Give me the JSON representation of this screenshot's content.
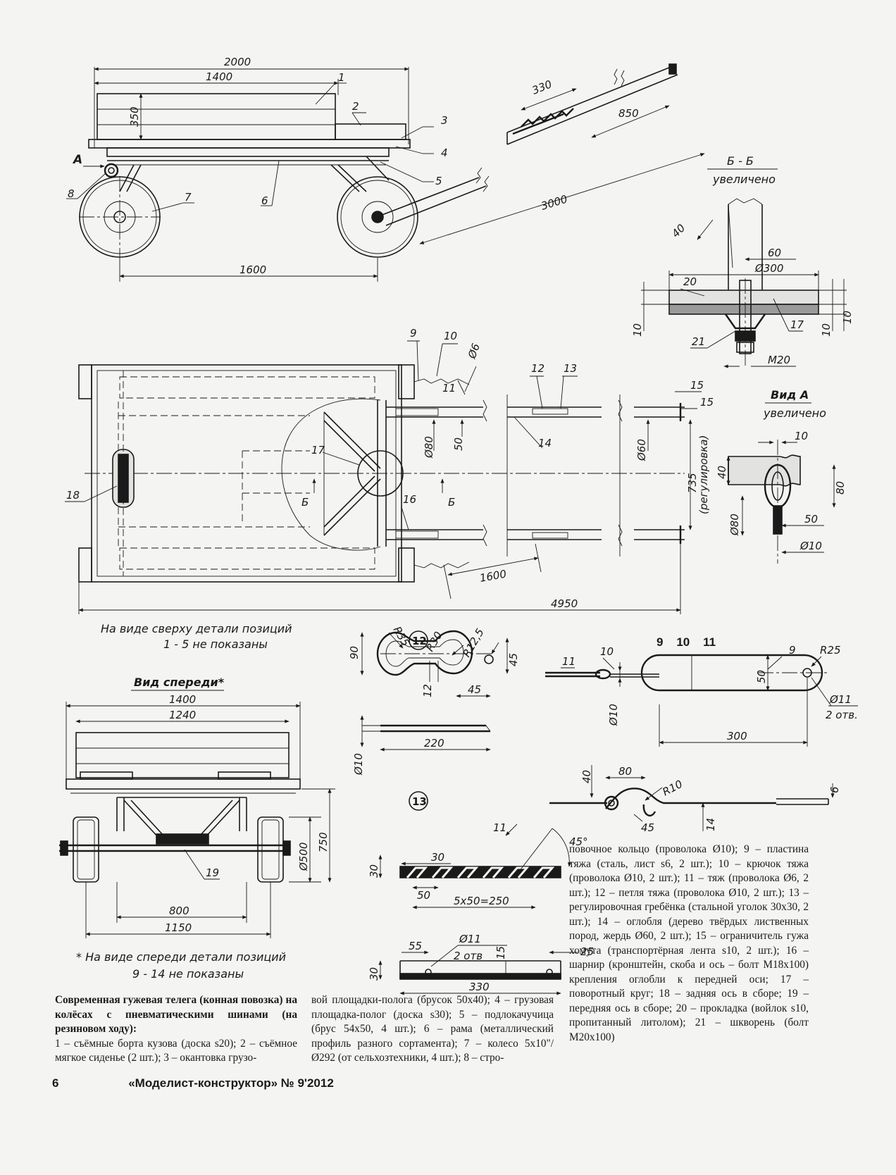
{
  "side_view": {
    "dim_2000": "2000",
    "dim_1400": "1400",
    "dim_350": "350",
    "dim_1600": "1600",
    "dim_3000": "3000",
    "dim_330": "330",
    "dim_850": "850",
    "view_a_marker": "А",
    "pos": [
      "1",
      "2",
      "3",
      "4",
      "5",
      "6",
      "7",
      "8"
    ]
  },
  "section_bb": {
    "title": "Б - Б",
    "subtitle": "увеличено",
    "dim_40": "40",
    "dim_60": "60",
    "dim_d300": "Ø300",
    "dim_10_left": "10",
    "dim_10_right1": "10",
    "dim_10_right2": "10",
    "thread": "M20",
    "pos": [
      "20",
      "21",
      "17"
    ]
  },
  "top_view": {
    "pos": [
      "9",
      "10",
      "11",
      "12",
      "13",
      "14",
      "15",
      "16",
      "17",
      "18"
    ],
    "dim_d6": "Ø6",
    "dim_d80": "Ø80",
    "dim_50": "50",
    "dim_d60": "Ø60",
    "dim_15": "15",
    "dim_735": "735",
    "dim_735_note": "(регулировка)",
    "dim_1600": "1600",
    "dim_4950": "4950",
    "section_mark": "Б",
    "note_line1": "На виде сверху детали позиций",
    "note_line2": "1 - 5 не показаны"
  },
  "view_a": {
    "title": "Вид А",
    "subtitle": "увеличено",
    "dim_10": "10",
    "dim_40": "40",
    "dim_80": "80",
    "dim_d80": "Ø80",
    "dim_50": "50",
    "dim_d10": "Ø10"
  },
  "front_view": {
    "title": "Вид спереди*",
    "dim_1400": "1400",
    "dim_1240": "1240",
    "dim_d500": "Ø500",
    "dim_750": "750",
    "dim_800": "800",
    "dim_1150": "1150",
    "pos_19": "19",
    "note_line1": "* На виде спереди детали позиций",
    "note_line2": "9 - 14 не показаны"
  },
  "detail_12": {
    "number": "12",
    "r35": "R35",
    "r30": "R30",
    "r125": "R12,5",
    "dim_90": "90",
    "dim_45a": "45",
    "dim_12": "12",
    "dim_45b": "45",
    "dim_d10": "Ø10",
    "dim_220": "220"
  },
  "detail_13": {
    "number": "13",
    "dim_11": "11",
    "dim_45deg": "45°",
    "dim_30a": "30",
    "dim_30b": "30",
    "dim_50": "50",
    "dim_5x50": "5x50=250",
    "dim_55": "55",
    "dim_d11": "Ø11",
    "dim_2otv": "2 отв",
    "dim_15": "15",
    "dim_25": "25",
    "dim_30c": "30",
    "dim_330": "330"
  },
  "detail_9_10_11": {
    "numbers": "9    10    11",
    "pos_11": "11",
    "pos_10": "10",
    "pos_9": "9",
    "r25": "R25",
    "dim_50": "50",
    "dim_d10": "Ø10",
    "dim_300": "300",
    "dim_d11": "Ø11",
    "dim_2otv": "2 отв.",
    "dim_40": "40",
    "dim_80": "80",
    "r10": "R10",
    "dim_6": "6",
    "dim_45": "45",
    "dim_14": "14"
  },
  "caption": {
    "heading": "Современная гужевая телега (конная повозка) на колёсах с пневматическими шинами (на резиновом ходу):",
    "col1_text": "1 – съёмные борта кузова (доска s20); 2 – съёмное мягкое сиденье (2 шт.); 3 – окантовка грузо-",
    "col2_text": "вой площадки-полога (брусок 50x40); 4 – грузовая площадка-полог (доска s30); 5 – подлокачучица (брус 54x50, 4 шт.); 6 – рама (металлический профиль разного сортамента); 7 – колесо 5x10\"/Ø292 (от сельхозтехники, 4 шт.); 8 – стро-",
    "col3_text": "повочное кольцо (проволока Ø10); 9 – пластина тяжа (сталь, лист s6, 2 шт.); 10 – крючок тяжа (проволока Ø10, 2 шт.); 11 – тяж (проволока Ø6, 2 шт.); 12 – петля тяжа (проволока Ø10, 2 шт.); 13 – регулировочная гребёнка (стальной уголок 30x30, 2 шт.); 14 – оглобля (дерево твёрдых лиственных пород, жердь Ø60, 2 шт.); 15 – ограничитель гужа хомута (транспортёрная лента s10, 2 шт.); 16 – шарнир (кронштейн, скоба и ось – болт M18x100) крепления оглобли к передней оси; 17 – поворотный круг; 18 – задняя ось в сборе; 19 – передняя ось в сборе; 20 – прокладка (войлок s10, пропитанный литолом); 21 – шкворень (болт M20x100)"
  },
  "footer": {
    "page_number": "6",
    "journal": "«Моделист-конструктор» № 9'2012"
  }
}
